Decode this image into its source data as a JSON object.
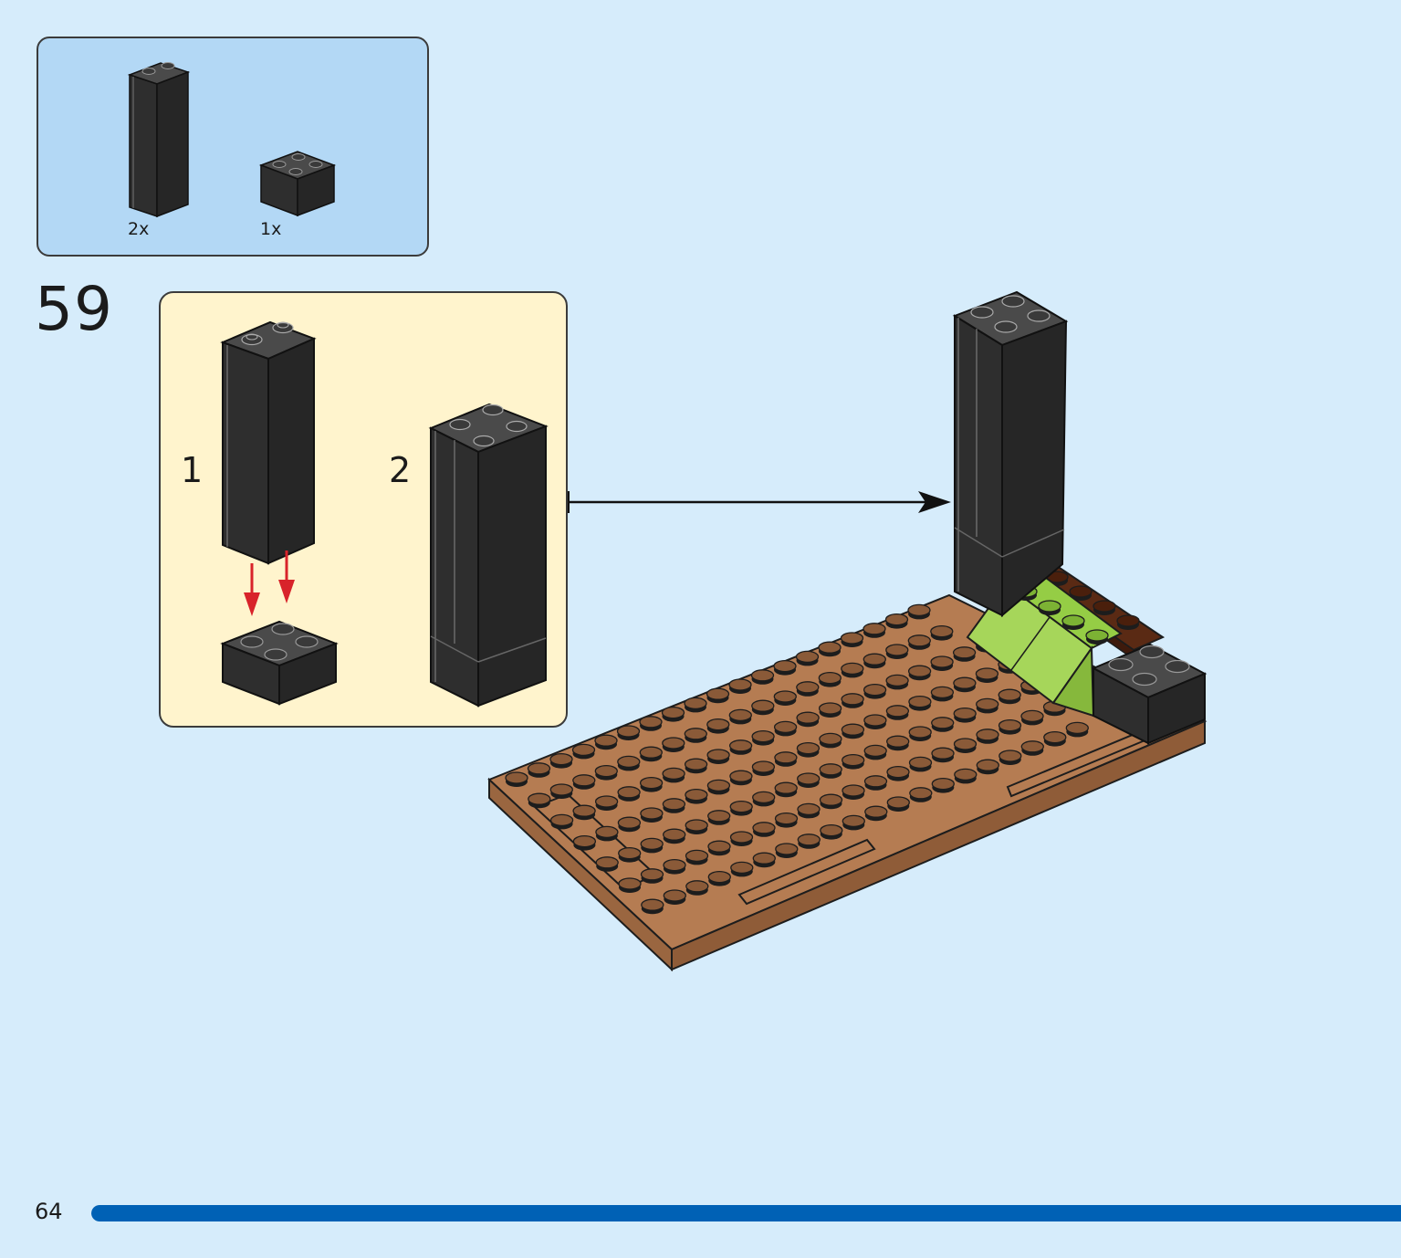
{
  "step": {
    "number": "59"
  },
  "parts": [
    {
      "id": "brick-1x2x3-black",
      "qty": "2x",
      "color": "#2b2b2b",
      "icon": "brick-1x2x3-icon"
    },
    {
      "id": "brick-2x2-black",
      "qty": "1x",
      "color": "#2b2b2b",
      "icon": "brick-2x2-icon"
    }
  ],
  "substeps": [
    {
      "label": "1"
    },
    {
      "label": "2"
    }
  ],
  "page": {
    "number": "64",
    "progress": 1.0,
    "progress_color": "#0061b5"
  },
  "colors": {
    "background": "#d6ecfb",
    "parts_panel": "#b3d8f5",
    "substep_panel": "#fff4cd",
    "brick_black": "#2b2b2b",
    "plate_brown": "#b57c52",
    "dark_brown": "#5a2a14",
    "lime_green": "#95cd45",
    "arrow_red": "#d8232a"
  }
}
